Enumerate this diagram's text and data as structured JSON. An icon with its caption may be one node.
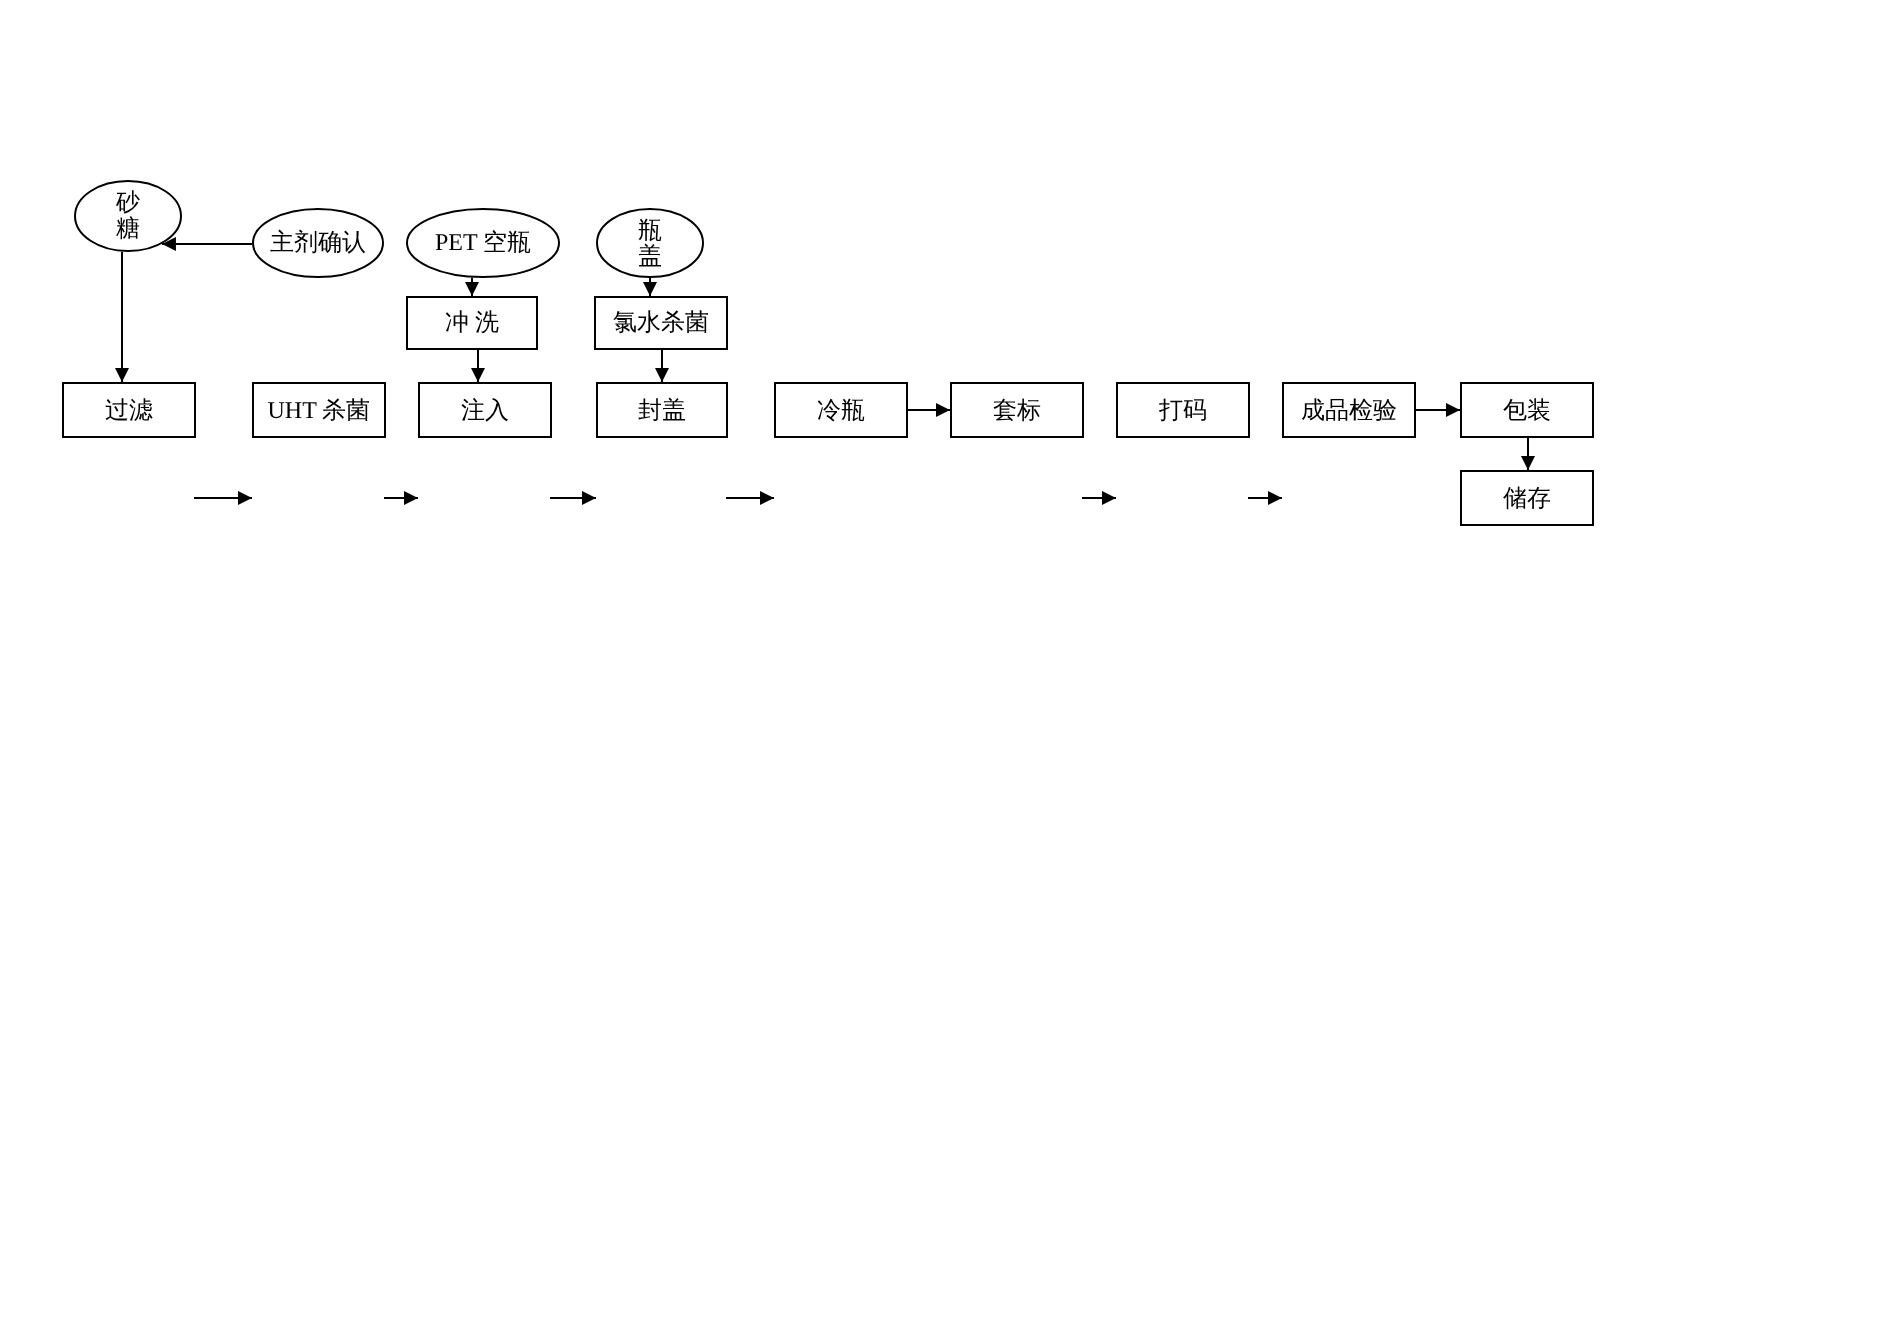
{
  "diagram": {
    "nodes": [
      {
        "text": [
          "砂糖"
        ]
      },
      {
        "text": [
          "主剂确认"
        ]
      },
      {
        "text": [
          "PET 空瓶"
        ]
      },
      {
        "text": [
          "瓶盖"
        ]
      },
      {
        "text": [
          "冲 洗"
        ]
      },
      {
        "text": [
          "氯水杀菌"
        ]
      },
      {
        "text": [
          "过滤"
        ]
      },
      {
        "text": [
          "UHT 杀菌"
        ]
      },
      {
        "text": [
          "注入"
        ]
      },
      {
        "text": [
          "封盖"
        ]
      },
      {
        "text": [
          "冷瓶"
        ]
      },
      {
        "text": [
          "套标"
        ]
      },
      {
        "text": [
          "打码"
        ]
      },
      {
        "text": [
          "成品检验"
        ]
      },
      {
        "text": [
          "包装"
        ]
      },
      {
        "text": [
          "储存"
        ]
      }
    ],
    "edges": [
      {
        "from": 1,
        "to": 0,
        "arrow": "to"
      },
      {
        "from": 0,
        "to": 6,
        "arrow": "to"
      },
      {
        "from": 2,
        "to": 4,
        "arrow": "to"
      },
      {
        "from": 4,
        "to": 8,
        "arrow": "to"
      },
      {
        "from": 3,
        "to": 5,
        "arrow": "to"
      },
      {
        "from": 5,
        "to": 9,
        "arrow": "to"
      },
      {
        "from": 10,
        "to": 11,
        "arrow": "to"
      },
      {
        "from": 13,
        "to": 14,
        "arrow": "to"
      },
      {
        "from": 14,
        "to": 15,
        "arrow": "to"
      }
    ]
  }
}
